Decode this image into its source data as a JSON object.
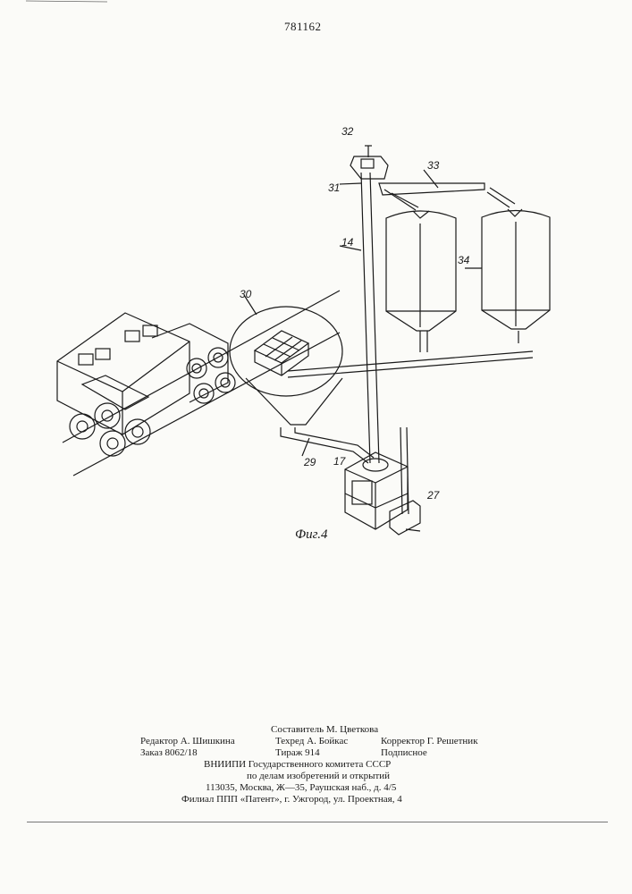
{
  "header": {
    "patent_number": "781162"
  },
  "figure": {
    "caption": "Фиг.4",
    "labels": {
      "l32": "32",
      "l31": "31",
      "l33": "33",
      "l14": "14",
      "l34": "34",
      "l30": "30",
      "l29": "29",
      "l17": "17",
      "l27": "27"
    }
  },
  "imprint": {
    "compiler": "Составитель М. Цветкова",
    "editor": "Редактор А. Шишкина",
    "techred": "Техред А. Бойкас",
    "corrector": "Корректор Г. Решетник",
    "order": "Заказ 8062/18",
    "circulation": "Тираж 914",
    "subscription": "Подписное",
    "org_line1": "ВНИИПИ  Государственного  комитета  СССР",
    "org_line2": "по  делам  изобретений  и  открытий",
    "address": "113035,  Москва,  Ж—35,  Раушская  наб.,  д.  4/5",
    "branch": "Филиал  ППП  «Патент»,  г.  Ужгород,  ул.  Проектная,  4"
  }
}
